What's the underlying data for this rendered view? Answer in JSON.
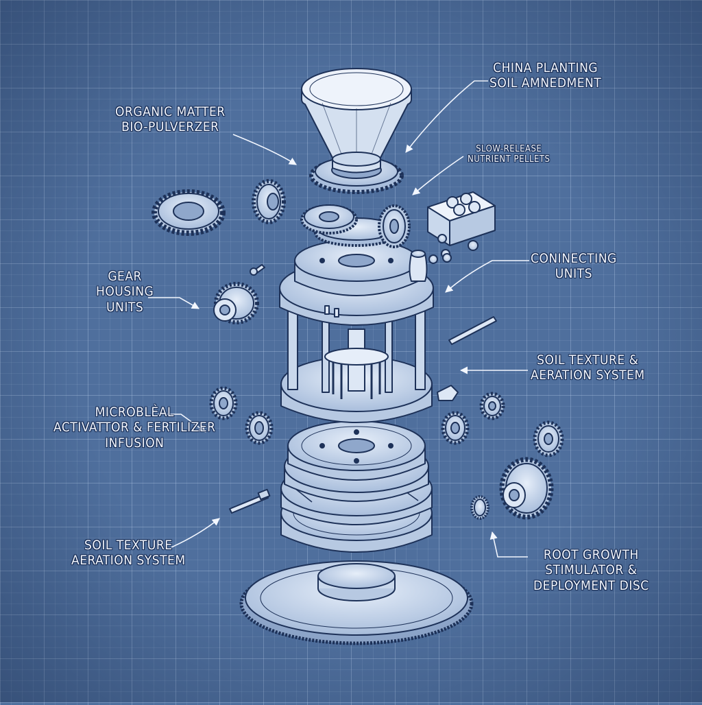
{
  "labels": {
    "organic_matter": [
      "ORGANIC MATTER",
      "BIO-PULVERZER"
    ],
    "china_planting": [
      "CHINA PLANTING",
      "SOIL AMNEDMENT"
    ],
    "slow_release": [
      "SLOW-RELEASE",
      "NUTRIENT PELLETS"
    ],
    "gear_housing": [
      "GEAR",
      "HOUSING",
      "UNITS"
    ],
    "connecting_units": [
      "CONINECTING",
      "UNITS"
    ],
    "soil_texture_right": [
      "SOIL TEXTURE &",
      "AERATION SYSTEM"
    ],
    "microbial": [
      "MICROBLЀAL",
      "ACTIVATTOR & FERTILIZER",
      "INFUSION"
    ],
    "soil_texture_left": [
      "SOIL TEXTURE",
      "AERATION SYSTEM"
    ],
    "root_growth": [
      "ROOT GROWTH",
      "STIMULATOR &",
      "DEPLOYMENT DISC"
    ]
  },
  "colors": {
    "background": "#4f6f9d",
    "line": "#1d3158",
    "part_fill": "#c9d8ec",
    "part_fill_dark": "#9fb5d4",
    "callout": "#f3f7ff"
  }
}
